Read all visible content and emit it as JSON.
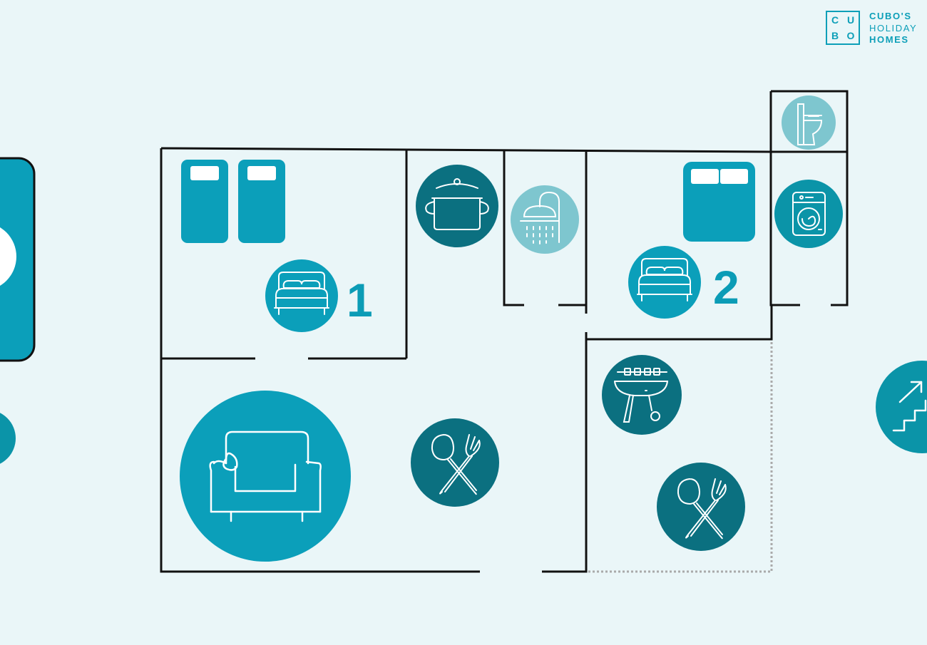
{
  "brand": {
    "box_letters": [
      "C",
      "U",
      "B",
      "O"
    ],
    "line1": "CUBO'S",
    "line2": "HOLIDAY",
    "line3": "HOMES",
    "color": "#0d9fb8"
  },
  "bedrooms": {
    "room1_number": "1",
    "room2_number": "2"
  },
  "icons": [
    "twin-beds-icon",
    "bedroom-icon",
    "cooking-pot-icon",
    "shower-icon",
    "double-bed-icon",
    "toilet-icon",
    "washing-machine-icon",
    "sofa-icon",
    "dining-cutlery-icon",
    "barbecue-grill-icon",
    "stairs-rooftop-icon"
  ],
  "colors": {
    "background": "#eaf6f8",
    "wall": "#111111",
    "primary": "#0b9fba",
    "dark_teal": "#0b7080",
    "light_teal": "#7ec6cf"
  }
}
